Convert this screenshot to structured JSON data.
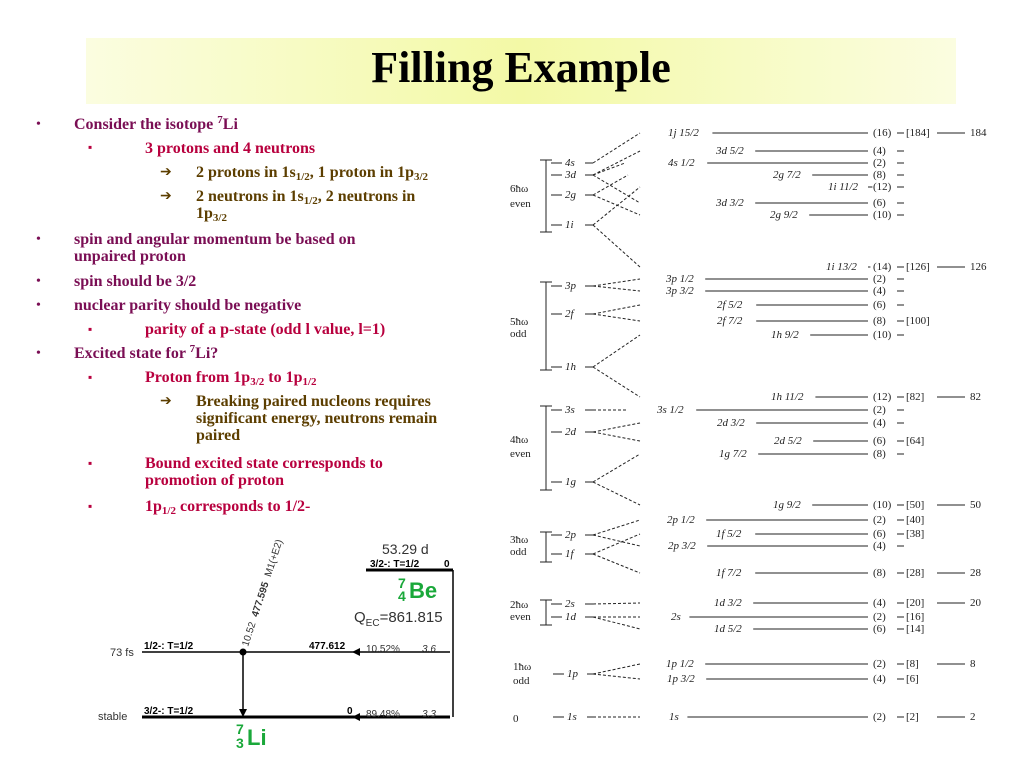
{
  "title": "Filling Example",
  "bullets": {
    "b1": {
      "pre": "Consider the isotope ",
      "sup": "7",
      "post": "Li"
    },
    "b1a": "3 protons and 4 neutrons",
    "b1a1": {
      "t1": "2 protons in 1s",
      "s1": "1/2",
      "t2": ", 1 proton in 1p",
      "s2": "3/2"
    },
    "b1a2": {
      "t1": "2 neutrons in 1s",
      "s1": "1/2",
      "t2": ", 2 neutrons in",
      "t3": "1p",
      "s3": "3/2"
    },
    "b2": {
      "line1": "spin and angular momentum be based on",
      "line2": "unpaired proton"
    },
    "b3": "spin should be 3/2",
    "b4": "nuclear parity should be negative",
    "b4a": "parity of a p-state (odd l value, l=1)",
    "b5": {
      "pre": "Excited state for ",
      "sup": "7",
      "post": "Li?"
    },
    "b5a": {
      "t1": "Proton from 1p",
      "s1": "3/2",
      "t2": " to 1p",
      "s2": "1/2"
    },
    "b5a1": {
      "line1": "Breaking paired nucleons requires",
      "line2": "significant energy, neutrons remain",
      "line3": "paired"
    },
    "b5b": {
      "line1": "Bound excited state corresponds to",
      "line2": "promotion of proton"
    },
    "b5c": {
      "t1": "1p",
      "s1": "1/2",
      "t2": " corresponds to 1/2-"
    }
  },
  "markers": {
    "bullet": "•",
    "square": "▪",
    "arrow": "➔"
  },
  "decay_scheme": {
    "parent_halflife": "53.29 d",
    "parent_level": {
      "label": "3/2-: T=1/2",
      "energy": "0"
    },
    "parent_nuclide": {
      "mass": "7",
      "z": "4",
      "symbol": "Be"
    },
    "qec": {
      "q": "Q",
      "sub": "EC",
      "value": "=861.815"
    },
    "gamma": {
      "intensity": "10.52",
      "energy": "477.595",
      "mult": "M1(+E2)"
    },
    "excited": {
      "lifetime": "73 fs",
      "label": "1/2-: T=1/2",
      "energy": "477.612",
      "branch": "10.52%",
      "logft": "3.6"
    },
    "ground": {
      "lifetime": "stable",
      "label": "3/2-: T=1/2",
      "energy": "0",
      "branch": "89.48%",
      "logft": "3.3"
    },
    "daughter_nuclide": {
      "mass": "7",
      "z": "3",
      "symbol": "Li"
    },
    "colors": {
      "nuclide": "#1aa83a"
    }
  },
  "shell_diagram": {
    "shells": [
      {
        "osc": "6ħω",
        "parity": "even"
      },
      {
        "osc": "5ħω",
        "parity": "odd"
      },
      {
        "osc": "4ħω",
        "parity": "even"
      },
      {
        "osc": "3ħω",
        "parity": "odd"
      },
      {
        "osc": "2ħω",
        "parity": "even"
      },
      {
        "osc": "1ħω",
        "parity": "odd"
      },
      {
        "osc": "0",
        "parity": ""
      }
    ],
    "osc_levels": [
      "4s",
      "3d",
      "2g",
      "1i",
      "3p",
      "2f",
      "1h",
      "3s",
      "2d",
      "1g",
      "2p",
      "1f",
      "2s",
      "1d",
      "1p",
      "1s"
    ],
    "split_levels": [
      "1j 15/2",
      "3d 5/2",
      "4s 1/2",
      "2g 7/2",
      "1i 11/2",
      "3d 3/2",
      "2g 9/2",
      "1i 13/2",
      "3p 1/2",
      "3p 3/2",
      "2f 5/2",
      "2f 7/2",
      "1h 9/2",
      "1h 11/2",
      "3s 1/2",
      "2d 3/2",
      "2d 5/2",
      "1g 7/2",
      "1g 9/2",
      "2p 1/2",
      "1f 5/2",
      "2p 3/2",
      "1f 7/2",
      "1d 3/2",
      "2s",
      "1d 5/2",
      "1p 1/2",
      "1p 3/2",
      "1s"
    ],
    "occupancies": [
      "(16)",
      "(4)",
      "(2)",
      "(8)",
      "(12)",
      "(6)",
      "(10)",
      "(14)",
      "(2)",
      "(4)",
      "(6)",
      "(8)",
      "(10)",
      "(12)",
      "(2)",
      "(4)",
      "(6)",
      "(8)",
      "(10)",
      "(2)",
      "(6)",
      "(4)",
      "(8)",
      "(4)",
      "(2)",
      "(6)",
      "(2)",
      "(4)",
      "(2)"
    ],
    "cumulative": [
      "[184]",
      "[126]",
      "[100]",
      "[82]",
      "[64]",
      "[50]",
      "[40]",
      "[38]",
      "[28]",
      "[20]",
      "[16]",
      "[14]",
      "[8]",
      "[6]",
      "[2]"
    ],
    "magic_numbers": [
      "184",
      "126",
      "82",
      "50",
      "28",
      "20",
      "8",
      "2"
    ]
  }
}
